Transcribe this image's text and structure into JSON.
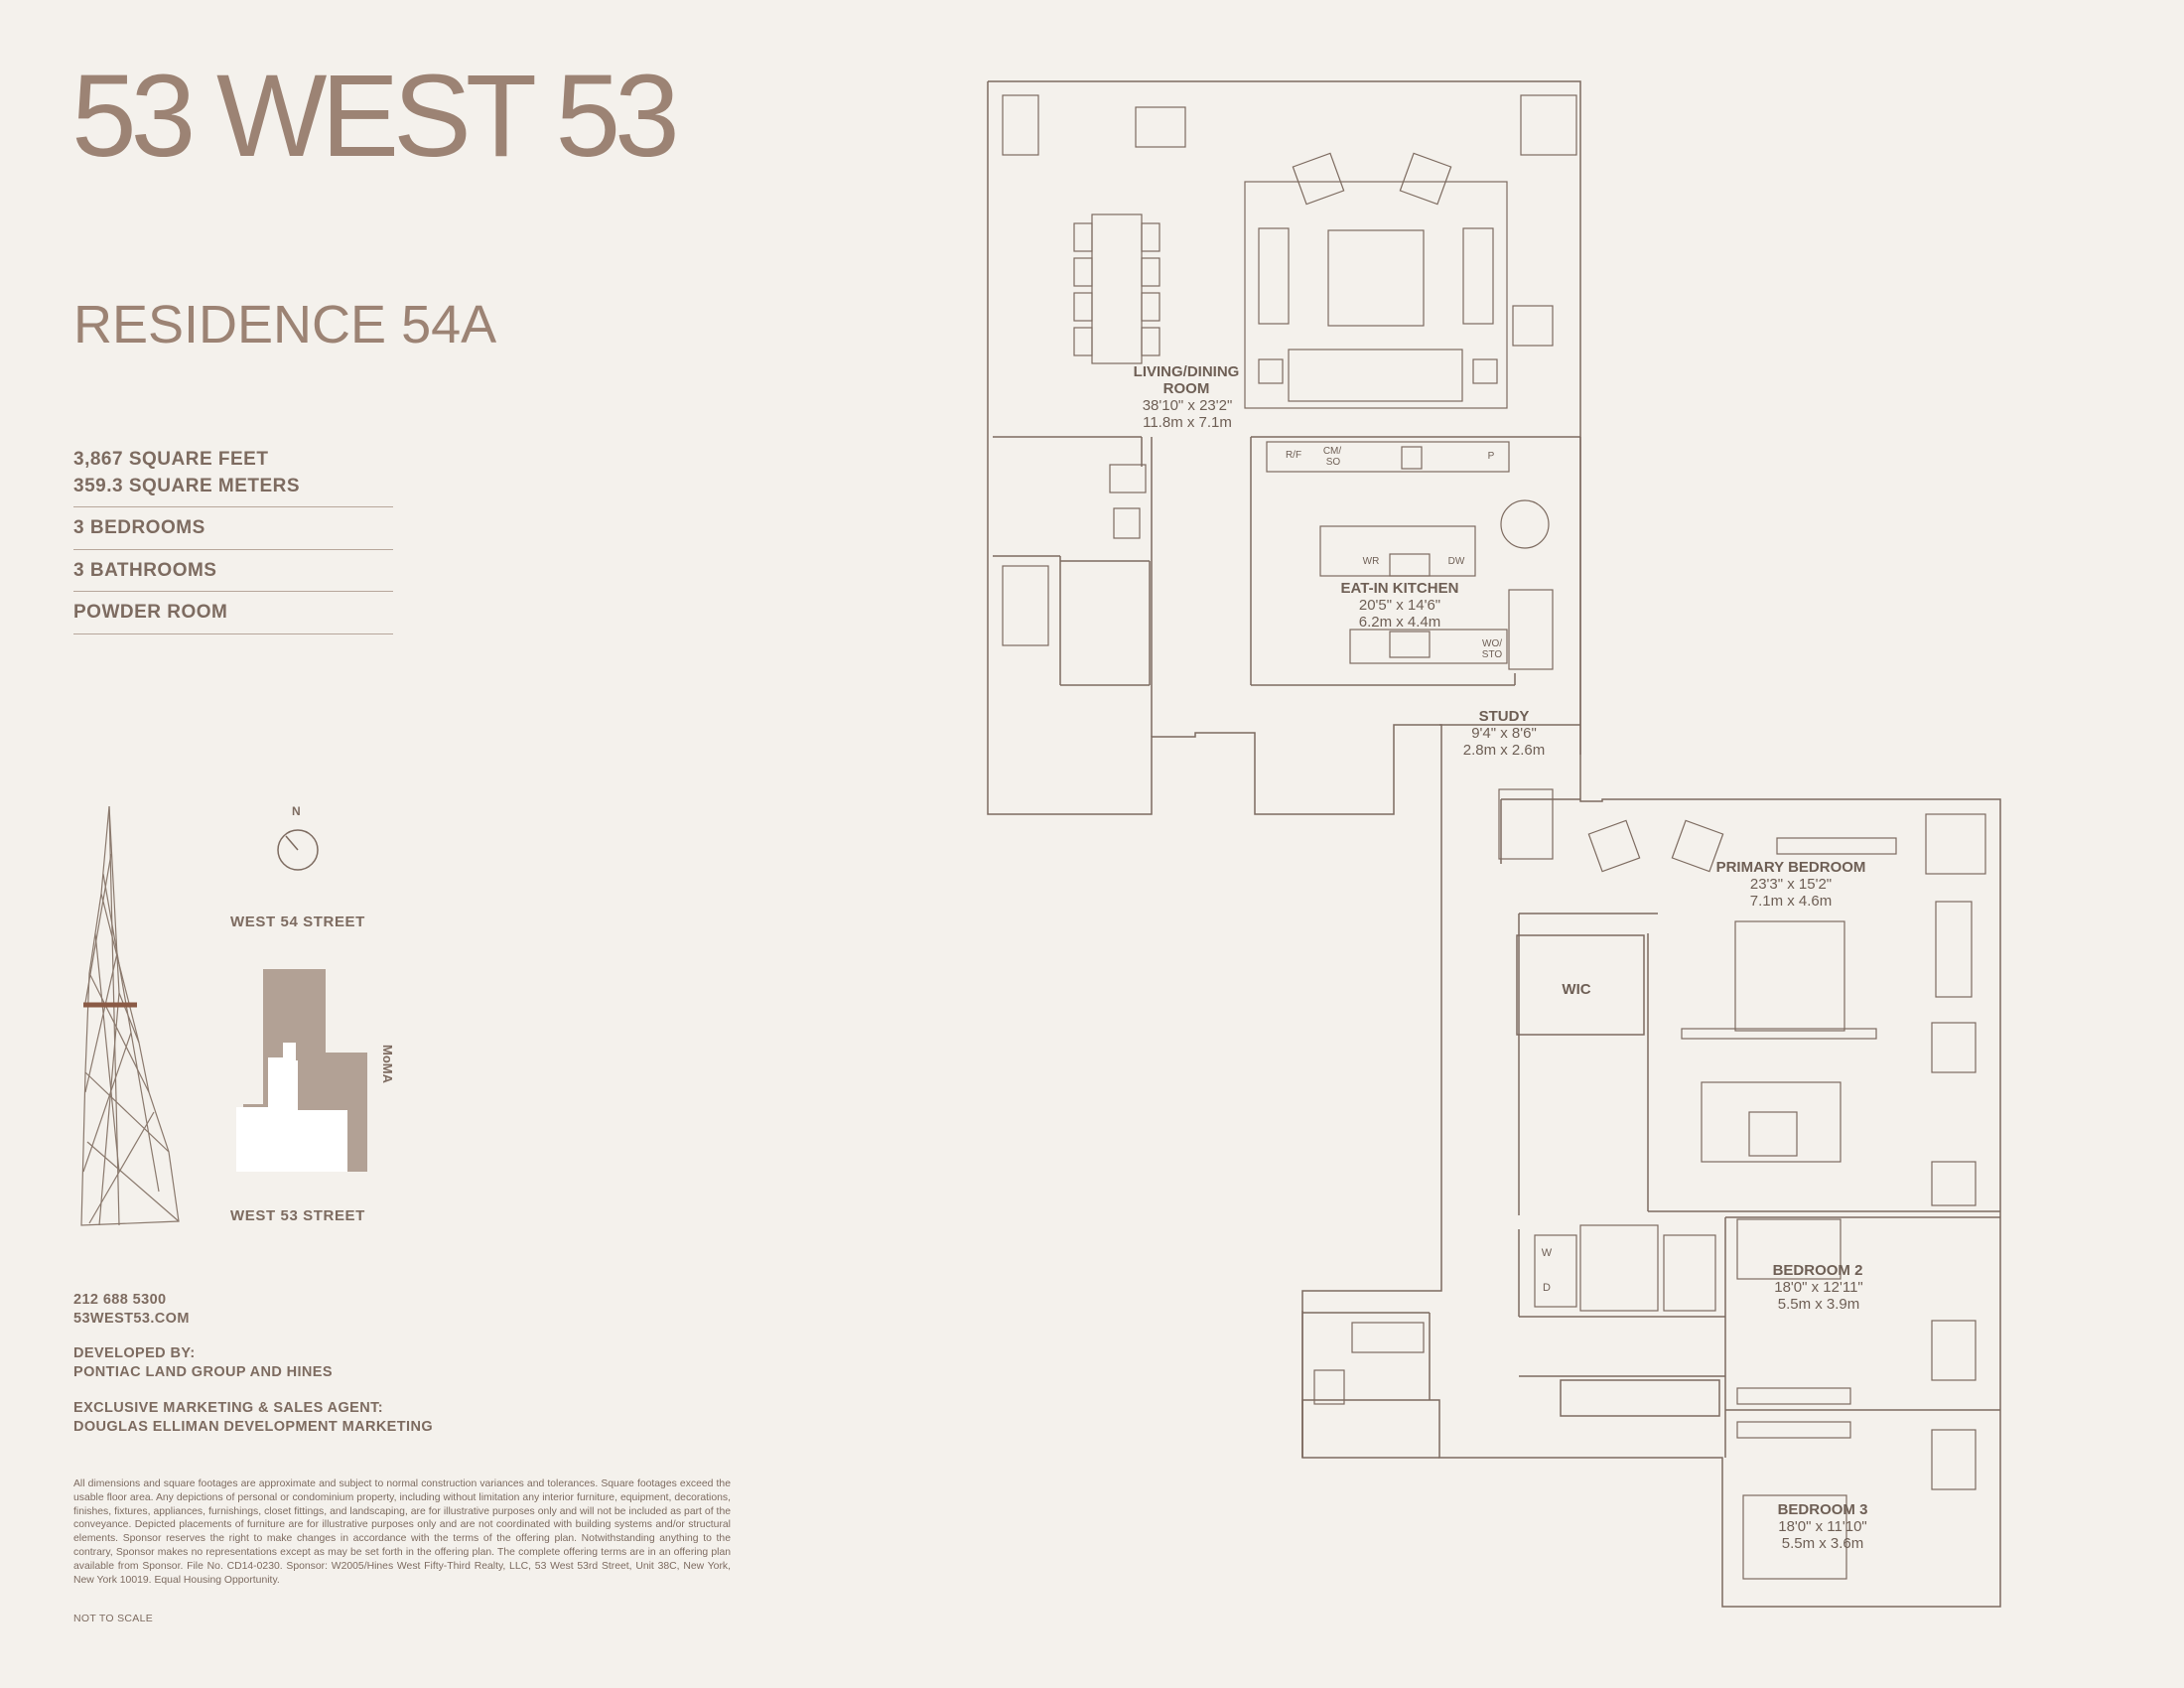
{
  "brand": "53 WEST 53",
  "residence": "RESIDENCE 54A",
  "stats": {
    "sqft": "3,867 SQUARE FEET",
    "sqm": "359.3 SQUARE METERS",
    "bedrooms": "3 BEDROOMS",
    "bathrooms": "3 BATHROOMS",
    "powder": "POWDER ROOM"
  },
  "site": {
    "north": "N",
    "street_north": "WEST 54 STREET",
    "street_south": "WEST 53 STREET",
    "moma": "MoMA"
  },
  "contact": {
    "phone": "212 688 5300",
    "web": "53WEST53.COM",
    "developed_by_label": "DEVELOPED BY:",
    "developed_by": "PONTIAC LAND GROUP AND HINES",
    "agent_label": "EXCLUSIVE MARKETING & SALES AGENT:",
    "agent": "DOUGLAS ELLIMAN DEVELOPMENT MARKETING"
  },
  "disclaimer": "All dimensions and square footages are approximate and subject to normal construction variances and tolerances. Square footages exceed the usable floor area. Any depictions of personal or condominium property, including without limitation any interior furniture, equipment, decorations, finishes, fixtures, appliances, furnishings, closet fittings, and landscaping, are for illustrative purposes only and will not be included as part of the conveyance. Depicted placements of furniture are for illustrative purposes only and are not coordinated with building systems and/or structural elements. Sponsor reserves the right to make changes in accordance with the terms of the offering plan. Notwithstanding anything to the contrary, Sponsor makes no representations except as may be set forth in the offering plan. The complete offering terms are in an offering plan available from Sponsor. File No. CD14-0230. Sponsor: W2005/Hines West Fifty-Third Realty, LLC, 53 West 53rd Street, Unit 38C, New York, New York 10019. Equal Housing Opportunity.",
  "not_to_scale": "NOT TO SCALE",
  "rooms": {
    "living": {
      "name1": "LIVING/DINING",
      "name2": "ROOM",
      "imperial": "38'10\" x 23'2\"",
      "metric": "11.8m x 7.1m"
    },
    "kitchen": {
      "name": "EAT-IN KITCHEN",
      "imperial": "20'5\" x 14'6\"",
      "metric": "6.2m x 4.4m"
    },
    "study": {
      "name": "STUDY",
      "imperial": "9'4\" x 8'6\"",
      "metric": "2.8m x 2.6m"
    },
    "primary": {
      "name": "PRIMARY BEDROOM",
      "imperial": "23'3\" x 15'2\"",
      "metric": "7.1m x 4.6m"
    },
    "wic": {
      "name": "WIC"
    },
    "bed2": {
      "name": "BEDROOM 2",
      "imperial": "18'0\" x 12'11\"",
      "metric": "5.5m x 3.9m"
    },
    "bed3": {
      "name": "BEDROOM 3",
      "imperial": "18'0\" x 11'10\"",
      "metric": "5.5m x 3.6m"
    }
  },
  "appliances": {
    "rf": "R/F",
    "cm": "CM/",
    "so": "SO",
    "p": "P",
    "wr": "WR",
    "dw": "DW",
    "wo": "WO/",
    "sto": "STO",
    "w": "W",
    "d": "D"
  }
}
